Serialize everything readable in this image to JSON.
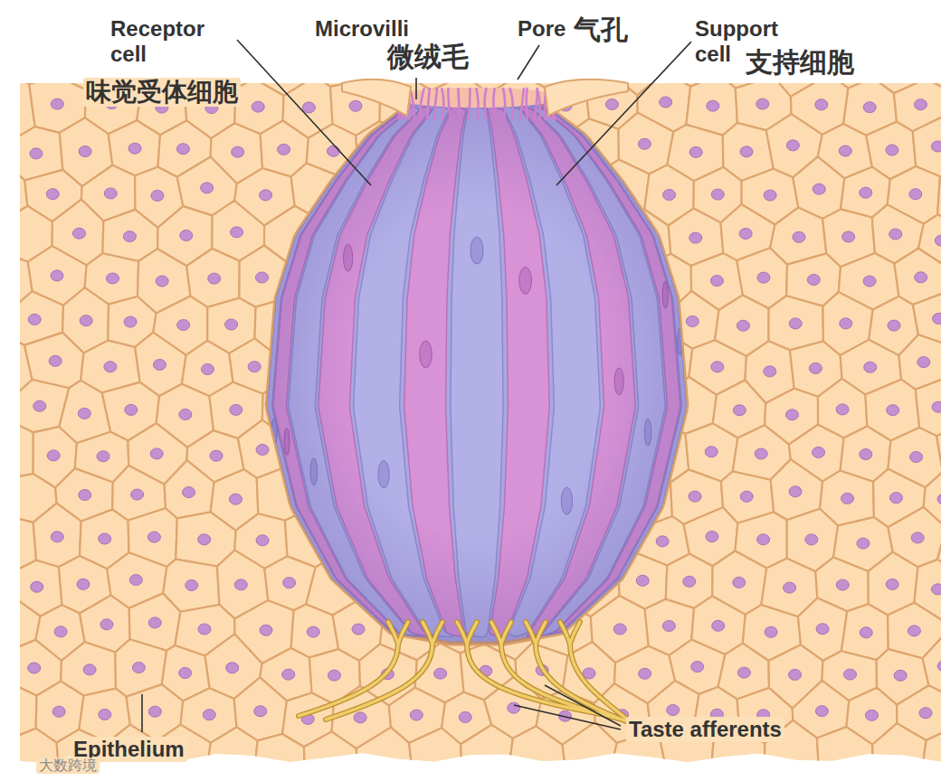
{
  "diagram": {
    "labels": [
      "Receptor cell",
      "味觉受体细胞",
      "Microvilli",
      "微绒毛",
      "Pore",
      "气孔",
      "Support cell",
      "支持细胞",
      "Taste afferents",
      "Epithelium",
      "大数跨境"
    ]
  }
}
